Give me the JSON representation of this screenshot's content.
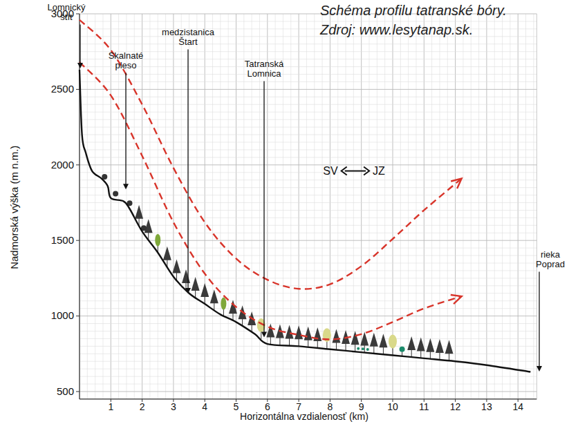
{
  "diagram": {
    "title": "Schéma profilu tatranské bóry.",
    "caption": "Zdroj: www.lesytanap.sk.",
    "labels": [
      "Lomnický štít",
      "Skalnaté pleso",
      "medzistanica Štart",
      "Tatranská Lomnica",
      "rieka Poprad",
      "SV",
      "JZ",
      "3000",
      "2500",
      "2000",
      "1500",
      "1000",
      "500",
      "1",
      "2",
      "3",
      "4",
      "5",
      "6",
      "7",
      "8",
      "9",
      "10",
      "11",
      "12",
      "13",
      "14",
      "Nadmorská výška (m n.m.)",
      "Horizontálna vzdialenosť (km)"
    ]
  }
}
